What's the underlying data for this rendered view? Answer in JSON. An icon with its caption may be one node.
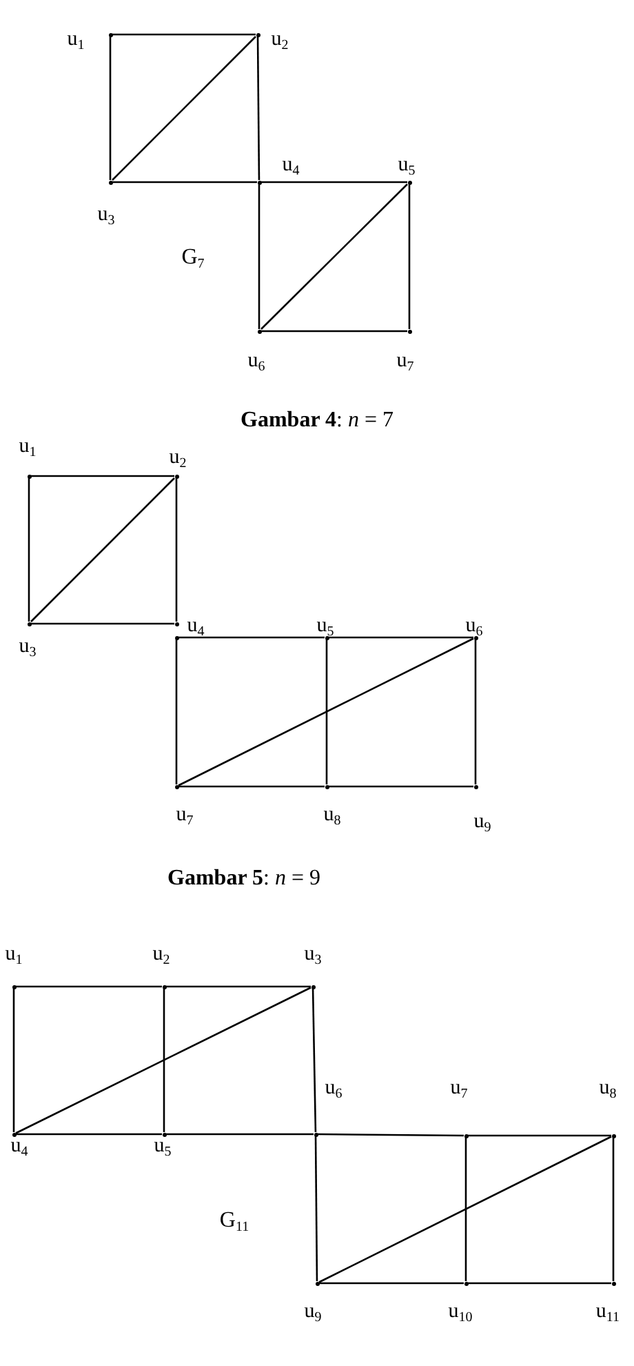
{
  "diagram": {
    "nodes": [
      {
        "text": [],
        "shape": "point",
        "beside": [
          "u$_{1}$"
        ]
      },
      {
        "text": [],
        "shape": "point",
        "beside": [
          "u$_{2}$"
        ]
      },
      {
        "text": [],
        "shape": "point",
        "beside": [
          "u$_{3}$"
        ]
      },
      {
        "text": [],
        "shape": "point",
        "beside": [
          "u$_{4}$"
        ]
      },
      {
        "text": [],
        "shape": "point",
        "beside": [
          "u$_{5}$"
        ]
      },
      {
        "text": [],
        "shape": "point",
        "beside": [
          "u$_{6}$"
        ]
      },
      {
        "text": [],
        "shape": "point",
        "beside": [
          "u$_{7}$"
        ]
      },
      {
        "text": [],
        "shape": "point",
        "beside": [
          "u$_{1}$"
        ]
      },
      {
        "text": [],
        "shape": "point",
        "beside": [
          "u$_{2}$"
        ]
      },
      {
        "text": [],
        "shape": "point",
        "beside": [
          "u$_{3}$"
        ]
      },
      {
        "text": [],
        "shape": "point"
      },
      {
        "text": [],
        "shape": "point",
        "beside": [
          "u$_{4}$"
        ]
      },
      {
        "text": [],
        "shape": "point",
        "beside": [
          "u$_{5}$"
        ]
      },
      {
        "text": [],
        "shape": "point",
        "beside": [
          "u$_{6}$"
        ]
      },
      {
        "text": [],
        "shape": "point",
        "beside": [
          "u$_{7}$"
        ]
      },
      {
        "text": [],
        "shape": "point",
        "beside": [
          "u$_{8}$"
        ]
      },
      {
        "text": [],
        "shape": "point",
        "beside": [
          "u$_{9}$"
        ]
      },
      {
        "text": [],
        "shape": "point",
        "beside": [
          "u$_{1}$"
        ]
      },
      {
        "text": [],
        "shape": "point",
        "beside": [
          "u$_{2}$"
        ]
      },
      {
        "text": [],
        "shape": "point",
        "beside": [
          "u$_{3}$"
        ]
      },
      {
        "text": [],
        "shape": "point",
        "beside": [
          "u$_{4}$"
        ]
      },
      {
        "text": [],
        "shape": "point",
        "beside": [
          "u$_{5}$"
        ]
      },
      {
        "text": [],
        "shape": "point",
        "beside": [
          "u$_{6}$"
        ]
      },
      {
        "text": [],
        "shape": "point",
        "beside": [
          "u$_{7}$"
        ]
      },
      {
        "text": [],
        "shape": "point",
        "beside": [
          "u$_{8}$"
        ]
      },
      {
        "text": [],
        "shape": "point",
        "beside": [
          "u$_{9}$"
        ]
      },
      {
        "text": [],
        "shape": "point",
        "beside": [
          "u$_{10}$"
        ]
      },
      {
        "text": [],
        "shape": "point",
        "beside": [
          "u$_{11}$"
        ]
      }
    ],
    "edges": [
      {
        "from": 0,
        "to": 1,
        "arrow": "none"
      },
      {
        "from": 0,
        "to": 2,
        "arrow": "none"
      },
      {
        "from": 1,
        "to": 3,
        "arrow": "none"
      },
      {
        "from": 2,
        "to": 3,
        "arrow": "none"
      },
      {
        "from": 2,
        "to": 1,
        "arrow": "none"
      },
      {
        "from": 3,
        "to": 4,
        "arrow": "none"
      },
      {
        "from": 3,
        "to": 5,
        "arrow": "none"
      },
      {
        "from": 4,
        "to": 6,
        "arrow": "none"
      },
      {
        "from": 5,
        "to": 6,
        "arrow": "none"
      },
      {
        "from": 5,
        "to": 4,
        "arrow": "none"
      },
      {
        "from": 7,
        "to": 8,
        "arrow": "none"
      },
      {
        "from": 7,
        "to": 9,
        "arrow": "none"
      },
      {
        "from": 8,
        "to": 10,
        "arrow": "none"
      },
      {
        "from": 9,
        "to": 10,
        "arrow": "none"
      },
      {
        "from": 9,
        "to": 8,
        "arrow": "none"
      },
      {
        "from": 11,
        "to": 12,
        "arrow": "none"
      },
      {
        "from": 12,
        "to": 13,
        "arrow": "none"
      },
      {
        "from": 11,
        "to": 14,
        "arrow": "none"
      },
      {
        "from": 12,
        "to": 15,
        "arrow": "none"
      },
      {
        "from": 13,
        "to": 16,
        "arrow": "none"
      },
      {
        "from": 14,
        "to": 15,
        "arrow": "none"
      },
      {
        "from": 15,
        "to": 16,
        "arrow": "none"
      },
      {
        "from": 14,
        "to": 13,
        "arrow": "none"
      },
      {
        "from": 17,
        "to": 18,
        "arrow": "none"
      },
      {
        "from": 18,
        "to": 19,
        "arrow": "none"
      },
      {
        "from": 17,
        "to": 20,
        "arrow": "none"
      },
      {
        "from": 18,
        "to": 21,
        "arrow": "none"
      },
      {
        "from": 19,
        "to": 22,
        "arrow": "none"
      },
      {
        "from": 20,
        "to": 21,
        "arrow": "none"
      },
      {
        "from": 21,
        "to": 22,
        "arrow": "none"
      },
      {
        "from": 20,
        "to": 19,
        "arrow": "none"
      },
      {
        "from": 22,
        "to": 23,
        "arrow": "none"
      },
      {
        "from": 23,
        "to": 24,
        "arrow": "none"
      },
      {
        "from": 22,
        "to": 25,
        "arrow": "none"
      },
      {
        "from": 23,
        "to": 26,
        "arrow": "none"
      },
      {
        "from": 24,
        "to": 27,
        "arrow": "none"
      },
      {
        "from": 25,
        "to": 26,
        "arrow": "none"
      },
      {
        "from": 26,
        "to": 27,
        "arrow": "none"
      },
      {
        "from": 25,
        "to": 24,
        "arrow": "none"
      }
    ],
    "labels": [
      "G$_{7}$",
      "**Gambar 4**: *n* = 7",
      "**Gambar 5**: *n* = 9",
      "G$_{11}$"
    ]
  }
}
